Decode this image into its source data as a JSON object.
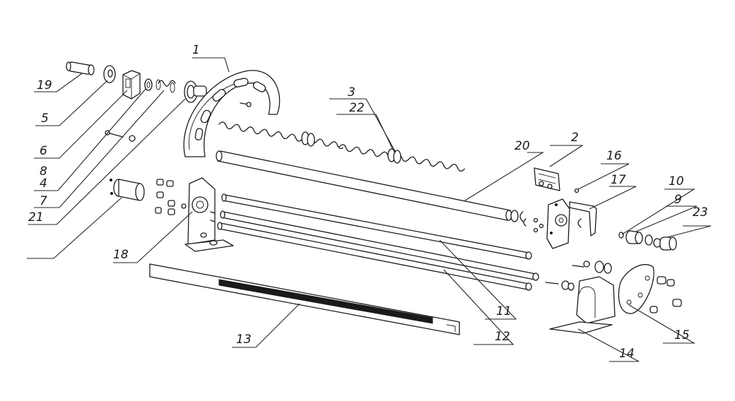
{
  "callouts": [
    "1",
    "2",
    "3",
    "4",
    "5",
    "6",
    "7",
    "8",
    "9",
    "10",
    "11",
    "12",
    "13",
    "14",
    "15",
    "16",
    "17",
    "18",
    "19",
    "20",
    "21",
    "22",
    "23"
  ],
  "colors": {
    "line": "#1a1a1a",
    "background": "#ffffff"
  }
}
